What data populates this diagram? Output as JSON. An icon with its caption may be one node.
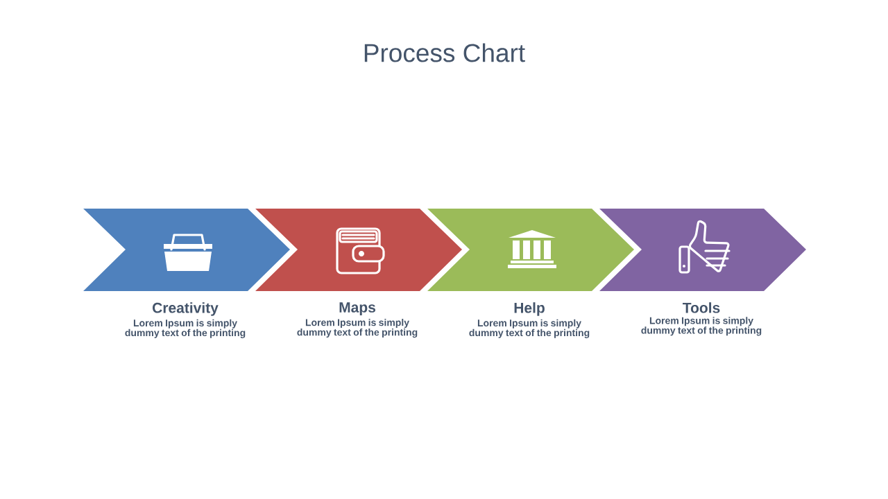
{
  "diagram": {
    "title": "Process Chart",
    "nodes": [
      {
        "text": [
          "Creativity",
          "Lorem Ipsum is simply dummy text of the printing"
        ]
      },
      {
        "text": [
          "Maps",
          "Lorem Ipsum is simply dummy text of the printing"
        ]
      },
      {
        "text": [
          "Help",
          "Lorem Ipsum is simply dummy text of the printing"
        ]
      },
      {
        "text": [
          "Tools",
          "Lorem Ipsum is simply dummy text of the printing"
        ]
      }
    ]
  }
}
